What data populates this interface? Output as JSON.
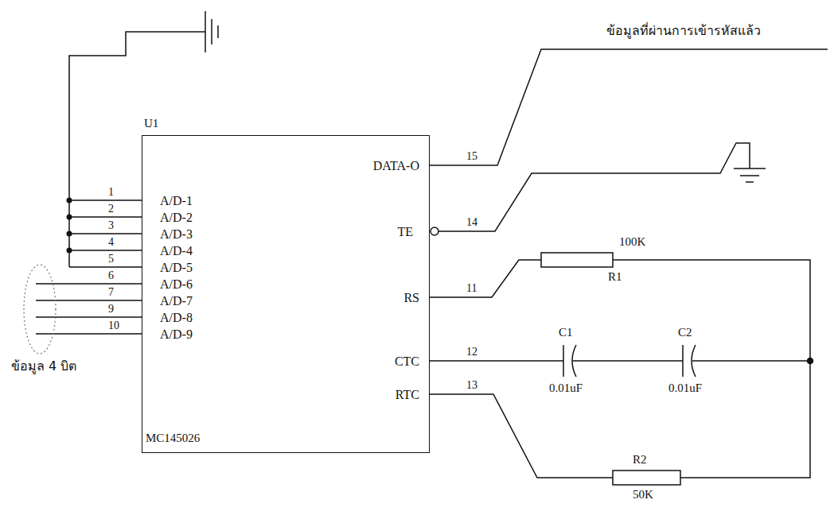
{
  "diagram": {
    "nodes": [
      {
        "text": [
          "U1",
          "A/D-1",
          "A/D-2",
          "A/D-3",
          "A/D-4",
          "A/D-5",
          "A/D-6",
          "A/D-7",
          "A/D-8",
          "A/D-9",
          "DATA-O",
          "TE",
          "RS",
          "CTC",
          "RTC",
          "MC145026"
        ]
      }
    ],
    "labels": [
      "1",
      "2",
      "3",
      "4",
      "5",
      "6",
      "7",
      "9",
      "10",
      "15",
      "14",
      "11",
      "12",
      "13",
      "100K",
      "R1",
      "C1",
      "0.01uF",
      "C2",
      "0.01uF",
      "R2",
      "50K",
      "ข้อมูลที่ผ่านการเข้ารหัสแล้ว",
      "ข้อมูล 4 บิต"
    ]
  }
}
